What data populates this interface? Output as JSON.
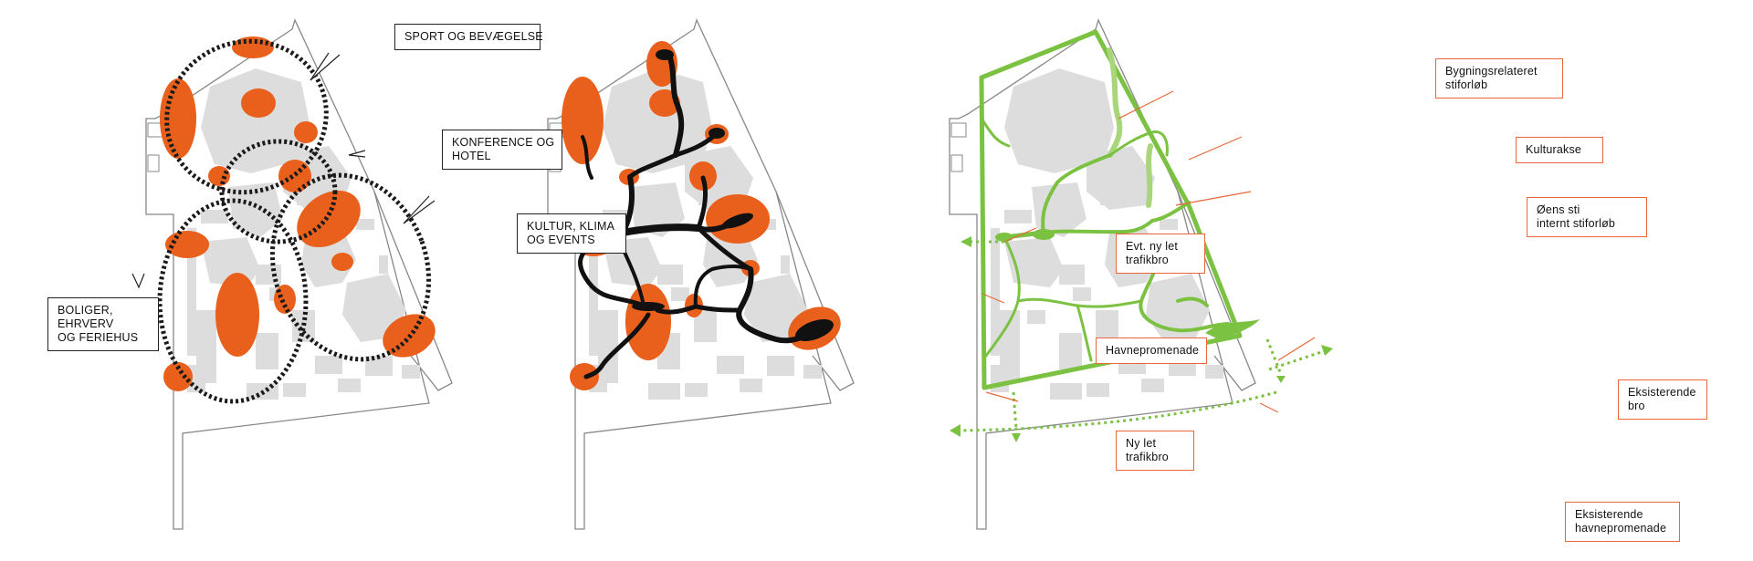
{
  "panel1": {
    "callouts": [
      {
        "id": "sport",
        "lines": [
          "SPORT OG BEVÆGELSE"
        ]
      },
      {
        "id": "konference",
        "lines": [
          "KONFERENCE OG",
          "HOTEL"
        ]
      },
      {
        "id": "kultur",
        "lines": [
          "KULTUR, KLIMA",
          "OG EVENTS"
        ]
      },
      {
        "id": "boliger",
        "lines": [
          "BOLIGER,",
          "EHRVERV",
          "OG FERIEHUS"
        ]
      }
    ]
  },
  "panel3": {
    "callouts": [
      {
        "id": "bygnings",
        "lines": [
          "Bygningsrelateret",
          "stiforløb"
        ]
      },
      {
        "id": "kulturakse",
        "lines": [
          "Kulturakse"
        ]
      },
      {
        "id": "oens-sti",
        "lines": [
          "Øens sti",
          "internt stiforløb"
        ]
      },
      {
        "id": "evt-trafikbro",
        "lines": [
          "Evt. ny let",
          "trafikbro"
        ]
      },
      {
        "id": "havnepromenade",
        "lines": [
          "Havnepromenade"
        ]
      },
      {
        "id": "eksisterende-bro",
        "lines": [
          "Eksisterende",
          "bro"
        ]
      },
      {
        "id": "ny-trafikbro",
        "lines": [
          "Ny let",
          "trafikbro"
        ]
      },
      {
        "id": "eksisterende-havnepromenade",
        "lines": [
          "Eksisterende",
          "havnepromenade"
        ]
      }
    ]
  },
  "colors": {
    "zone": "#e8601c",
    "building": "#dddddd",
    "outline": "#888888",
    "path_dark": "#111111",
    "green": "#7cc242",
    "green_light": "#a9d67a",
    "callout_border_orange": "#e8683a",
    "callout_border_black": "#222222"
  }
}
